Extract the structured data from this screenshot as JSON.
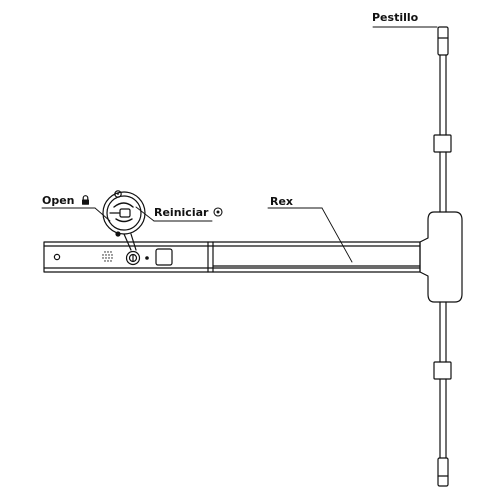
{
  "labels": {
    "pestillo": "Pestillo",
    "open": "Open",
    "reiniciar": "Reiniciar",
    "rex": "Rex"
  },
  "icons": {
    "open": "lock-icon",
    "reiniciar": "target-circle-icon"
  },
  "colors": {
    "stroke": "#111111",
    "background": "#ffffff"
  }
}
